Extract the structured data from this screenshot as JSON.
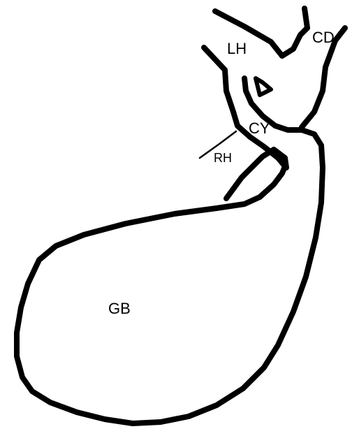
{
  "labels": {
    "cd": "CD",
    "lh": "LH",
    "cy": "CY",
    "rh": "RH",
    "gb": "GB"
  },
  "colors": {
    "stroke": "#000000",
    "background": "#ffffff"
  }
}
